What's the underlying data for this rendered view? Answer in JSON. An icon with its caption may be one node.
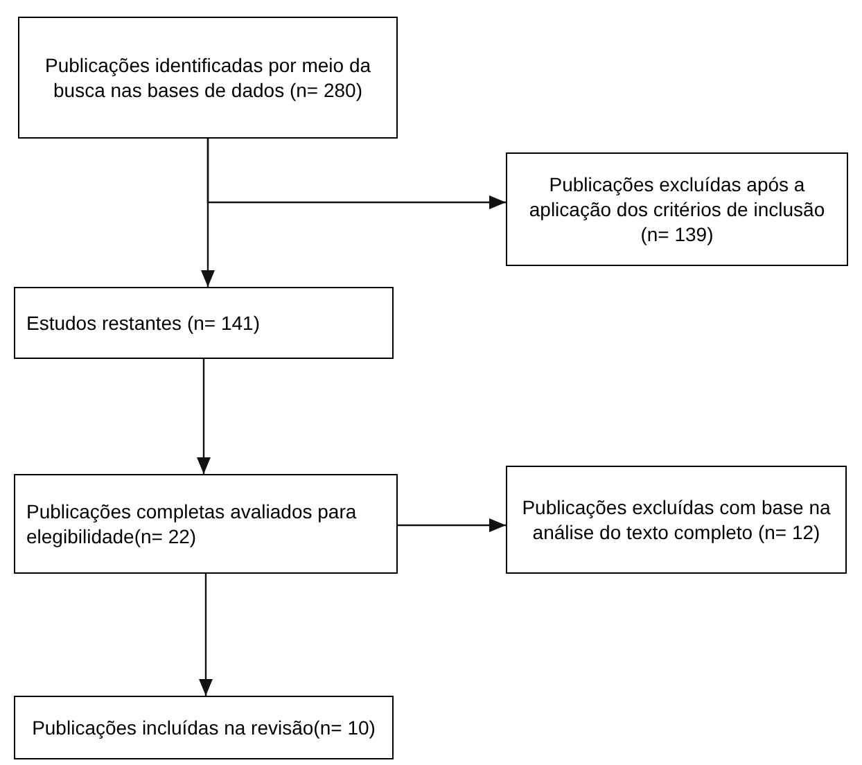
{
  "diagram": {
    "nodes": [
      {
        "text": [
          "Publicações identificadas por meio da busca nas bases de dados (n= 280)"
        ]
      },
      {
        "text": [
          "Publicações excluídas após a aplicação dos critérios de inclusão (n= 139)"
        ]
      },
      {
        "text": [
          "Estudos restantes (n= 141)"
        ]
      },
      {
        "text": [
          "Publicações completas avaliados para elegibilidade(n= 22)"
        ]
      },
      {
        "text": [
          "Publicações excluídas com base na análise do texto completo (n= 12)"
        ]
      },
      {
        "text": [
          "Publicações incluídas na revisão(n= 10)"
        ]
      }
    ],
    "edges": [
      {
        "from": 0,
        "to": 2,
        "arrow": "to"
      },
      {
        "from": 0,
        "to": 1,
        "arrow": "to"
      },
      {
        "from": 2,
        "to": 3,
        "arrow": "to"
      },
      {
        "from": 3,
        "to": 4,
        "arrow": "to"
      },
      {
        "from": 3,
        "to": 5,
        "arrow": "to"
      }
    ]
  }
}
